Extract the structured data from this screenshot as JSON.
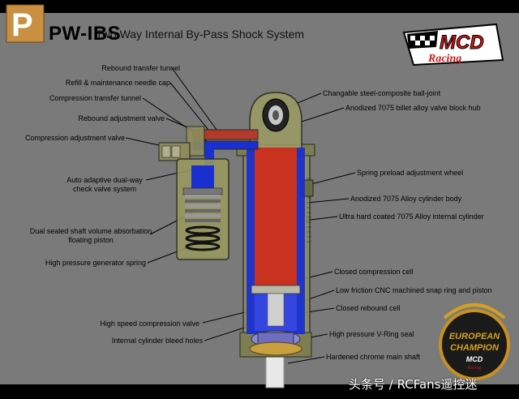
{
  "header": {
    "model": "PW-IBS",
    "subtitle": "Two Way Internal By-Pass Shock System"
  },
  "logo": {
    "brand": "MCD",
    "tagline": "Racing",
    "badge_letter": "P"
  },
  "badge": {
    "line1": "EUROPEAN",
    "line2": "CHAMPION",
    "brand": "MCD",
    "tagline": "Racing"
  },
  "labels_left": [
    "Rebound transfer tunnel",
    "Refill & maintenance needle cap",
    "Compression transfer tunnel",
    "Rebound adjustment valve",
    "Compression adjustment valve",
    "Auto adaptive dual-way check valve system",
    "Dual sealed shaft volume absorbation floating piston",
    "High pressure generator spring",
    "High speed compression valve",
    "Internal cylinder bleed holes"
  ],
  "labels_right": [
    "Changable steel-composite ball-joint",
    "Anodized 7075 billet alloy valve block hub",
    "Spring preload adjustment wheel",
    "Anodized 7075 Alloy cylinder body",
    "Ultra hard coated 7075 Alloy internal cylinder",
    "Closed compression cell",
    "Low friction CNC machined snap ring and piston",
    "Closed rebound cell",
    "High pressure V-Ring seal",
    "Hardened chrome main shaft"
  ],
  "watermark": "头条号 / RCFans遥控迷",
  "colors": {
    "background": "#7a7a7a",
    "oil_red": "#c8321e",
    "oil_blue": "#1a2fd0",
    "body_green": "#8a8a5a",
    "gold": "#d4a020"
  }
}
